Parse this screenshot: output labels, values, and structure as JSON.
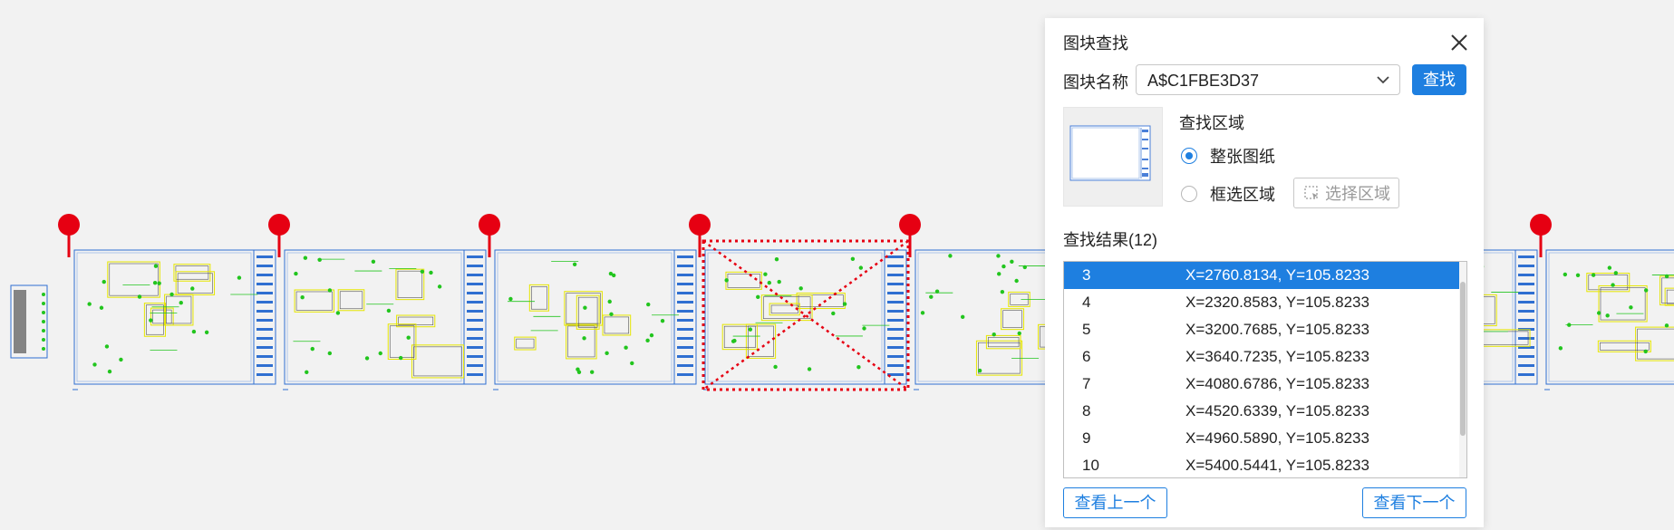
{
  "panel": {
    "title": "图块查找",
    "block_name_label": "图块名称",
    "block_name_value": "A$C1FBE3D37",
    "find_label": "查找",
    "area_label": "查找区域",
    "radio_whole": "整张图纸",
    "radio_box": "框选区域",
    "select_area_label": "选择区域",
    "selected_area": "整张图纸",
    "results_label": "查找结果(12)",
    "results": [
      {
        "index": "3",
        "coord": "X=2760.8134, Y=105.8233",
        "selected": true
      },
      {
        "index": "4",
        "coord": "X=2320.8583, Y=105.8233",
        "selected": false
      },
      {
        "index": "5",
        "coord": "X=3200.7685, Y=105.8233",
        "selected": false
      },
      {
        "index": "6",
        "coord": "X=3640.7235, Y=105.8233",
        "selected": false
      },
      {
        "index": "7",
        "coord": "X=4080.6786, Y=105.8233",
        "selected": false
      },
      {
        "index": "8",
        "coord": "X=4520.6339, Y=105.8233",
        "selected": false
      },
      {
        "index": "9",
        "coord": "X=4960.5890, Y=105.8233",
        "selected": false
      },
      {
        "index": "10",
        "coord": "X=5400.5441, Y=105.8233",
        "selected": false
      }
    ],
    "prev_label": "查看上一个",
    "next_label": "查看下一个"
  },
  "icons": {
    "close": "close-icon",
    "dropdown": "chevron-down-icon",
    "select_area": "dashed-selection-icon",
    "marker": "map-pin-icon"
  },
  "colors": {
    "accent": "#1e7fe0",
    "marker": "#e60012",
    "highlight_box": "#e60012",
    "drawing_frame": "#2f6fd1",
    "drawing_yellow": "#e6e600",
    "drawing_green": "#22c51e"
  },
  "canvas": {
    "sheet_count": 8,
    "marker_count": 8,
    "highlighted_sheet": 3
  }
}
